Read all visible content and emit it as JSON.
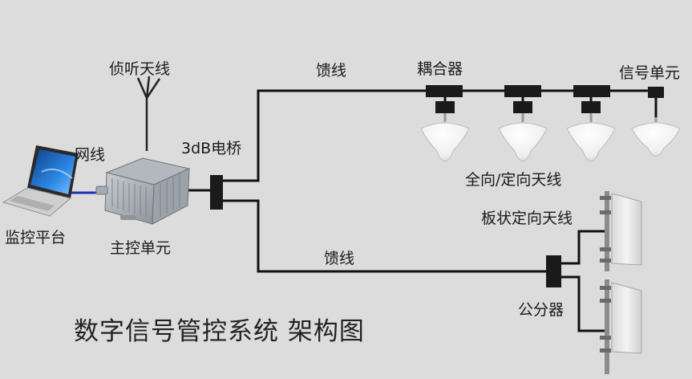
{
  "labels": {
    "listen_antenna": "侦听天线",
    "feeder_top": "馈线",
    "coupler": "耦合器",
    "signal_unit": "信号单元",
    "network_cable": "网线",
    "bridge_3db": "3dB电桥",
    "omni_antenna": "全向/定向天线",
    "panel_antenna": "板状定向天线",
    "monitor_platform": "监控平台",
    "main_unit": "主控单元",
    "feeder_bottom": "馈线",
    "splitter": "公分器"
  },
  "title": "数字信号管控系统 架构图",
  "colors": {
    "background": "#dcdcdc",
    "cable": "#111111",
    "network_cable": "#1f2fb4",
    "laptop_screen": "#1e6fc8"
  }
}
